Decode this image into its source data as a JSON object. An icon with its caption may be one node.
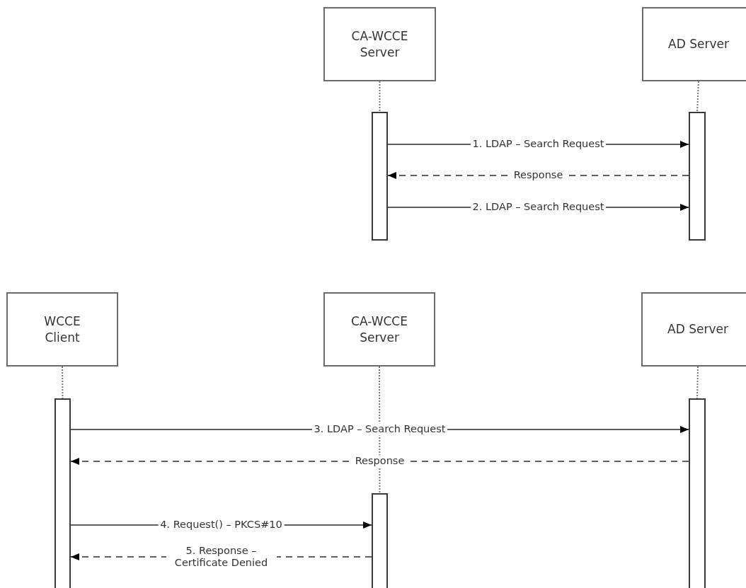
{
  "diagram": {
    "nodes": [
      {
        "text": [
          "CA-WCCE Server"
        ]
      },
      {
        "text": [
          "AD Server"
        ]
      },
      {
        "text": [],
        "shape": "bar"
      },
      {
        "text": [],
        "shape": "bar"
      },
      {
        "text": [
          "WCCE Client"
        ]
      },
      {
        "text": [
          "CA-WCCE Server"
        ]
      },
      {
        "text": [
          "AD Server"
        ]
      },
      {
        "text": [],
        "shape": "bar"
      },
      {
        "text": [],
        "shape": "bar"
      },
      {
        "text": [],
        "shape": "bar"
      }
    ],
    "edges": [
      {
        "from": 0,
        "to": 2,
        "arrow": "none",
        "style": "dashed"
      },
      {
        "from": 1,
        "to": 3,
        "arrow": "none",
        "style": "dashed"
      },
      {
        "from": 2,
        "to": 3,
        "arrow": "to",
        "label": "1. LDAP – Search Request"
      },
      {
        "from": 3,
        "to": 2,
        "arrow": "to",
        "label": "Response",
        "style": "dashed"
      },
      {
        "from": 2,
        "to": 3,
        "arrow": "to",
        "label": "2. LDAP – Search Request"
      },
      {
        "from": 4,
        "to": 7,
        "arrow": "none",
        "style": "dashed"
      },
      {
        "from": 5,
        "to": 8,
        "arrow": "none",
        "style": "dashed"
      },
      {
        "from": 6,
        "to": 9,
        "arrow": "none",
        "style": "dashed"
      },
      {
        "from": 7,
        "to": 9,
        "arrow": "to",
        "label": "3. LDAP – Search Request"
      },
      {
        "from": 9,
        "to": 7,
        "arrow": "to",
        "label": "Response",
        "style": "dashed"
      },
      {
        "from": 7,
        "to": 8,
        "arrow": "to",
        "label": "4. Request() – PKCS#10"
      },
      {
        "from": 8,
        "to": 7,
        "arrow": "to",
        "label": "5. Response – Certificate Denied",
        "style": "dashed"
      }
    ]
  }
}
